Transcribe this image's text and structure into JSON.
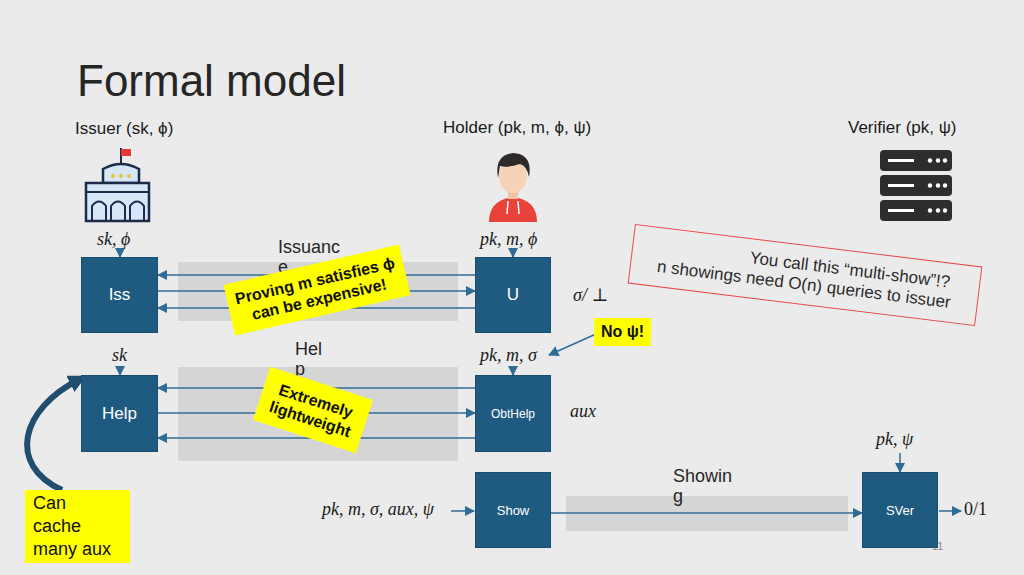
{
  "diagram": {
    "title": "Formal model",
    "nodes": [
      {
        "text": [
          "Iss"
        ]
      },
      {
        "text": [
          "Issuance"
        ]
      },
      {
        "text": [
          "Proving m satisfies ϕ can be expensive!"
        ]
      },
      {
        "text": [
          "U"
        ]
      },
      {
        "text": [
          "You call this “multi-show”!? n showings need O(n) queries to issuer"
        ]
      },
      {
        "text": [
          "No ψ!"
        ]
      },
      {
        "text": [
          "Help"
        ]
      },
      {
        "text": [
          "Help"
        ]
      },
      {
        "text": [
          "Extremely lightweight"
        ]
      },
      {
        "text": [
          "ObtHelp"
        ]
      },
      {
        "text": [
          "Show"
        ]
      },
      {
        "text": [
          "Showing"
        ]
      },
      {
        "text": [
          "SVer"
        ]
      },
      {
        "text": [
          "Can cache many aux"
        ]
      }
    ],
    "edges": [
      {
        "from": 3,
        "to": 0,
        "arrow": "to"
      },
      {
        "from": 0,
        "to": 3,
        "arrow": "to"
      },
      {
        "from": 3,
        "to": 0,
        "arrow": "to"
      },
      {
        "from": 9,
        "to": 6,
        "arrow": "to"
      },
      {
        "from": 6,
        "to": 9,
        "arrow": "to"
      },
      {
        "from": 9,
        "to": 6,
        "arrow": "to"
      },
      {
        "from": 10,
        "to": 12,
        "arrow": "to"
      },
      {
        "from": 13,
        "to": 6,
        "arrow": "to"
      }
    ],
    "labels": [
      "Issuer (sk, ϕ)",
      "Holder (pk, m, ϕ, ψ)",
      "Verifier (pk, ψ)",
      "sk, ϕ",
      "pk, m, ϕ",
      "σ/ ⊥",
      "sk",
      "pk, m, σ",
      "aux",
      "pk, ψ",
      "pk, m, σ, aux, ψ",
      "0/1",
      "11"
    ]
  }
}
